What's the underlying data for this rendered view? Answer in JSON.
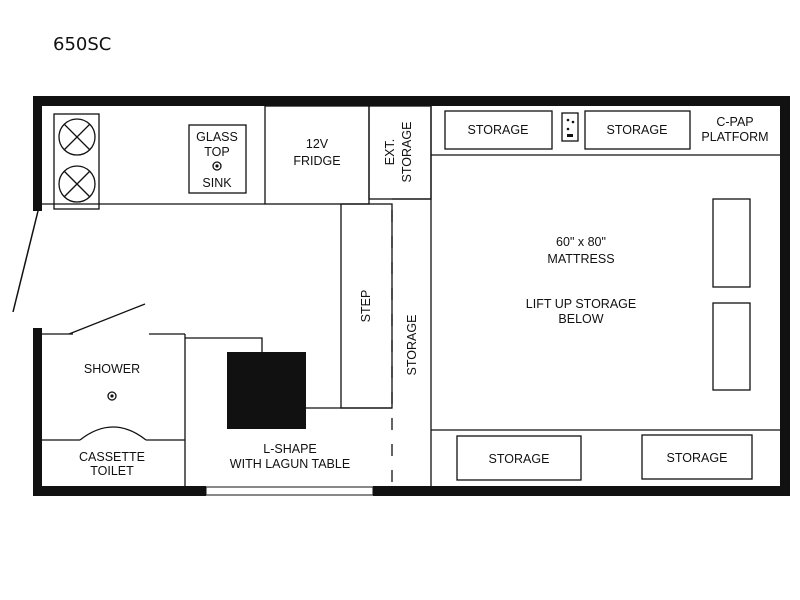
{
  "model": "650SC",
  "rooms": {
    "sink": [
      "GLASS",
      "TOP",
      "SINK"
    ],
    "fridge": [
      "12V",
      "FRIDGE"
    ],
    "ext_storage": [
      "EXT.",
      "STORAGE"
    ],
    "storage_top_left": "STORAGE",
    "storage_top_right": "STORAGE",
    "cpap": [
      "C-PAP",
      "PLATFORM"
    ],
    "mattress": [
      "60\" x 80\"",
      "MATTRESS"
    ],
    "lift_storage": [
      "LIFT UP STORAGE",
      "BELOW"
    ],
    "step": "STEP",
    "storage_vertical": "STORAGE",
    "shower": "SHOWER",
    "toilet": [
      "CASSETTE",
      "TOILET"
    ],
    "dinette": [
      "L-SHAPE",
      "WITH LAGUN TABLE"
    ],
    "storage_bottom_left": "STORAGE",
    "storage_bottom_right": "STORAGE"
  },
  "colors": {
    "wall": "#111111",
    "background": "#ffffff"
  }
}
